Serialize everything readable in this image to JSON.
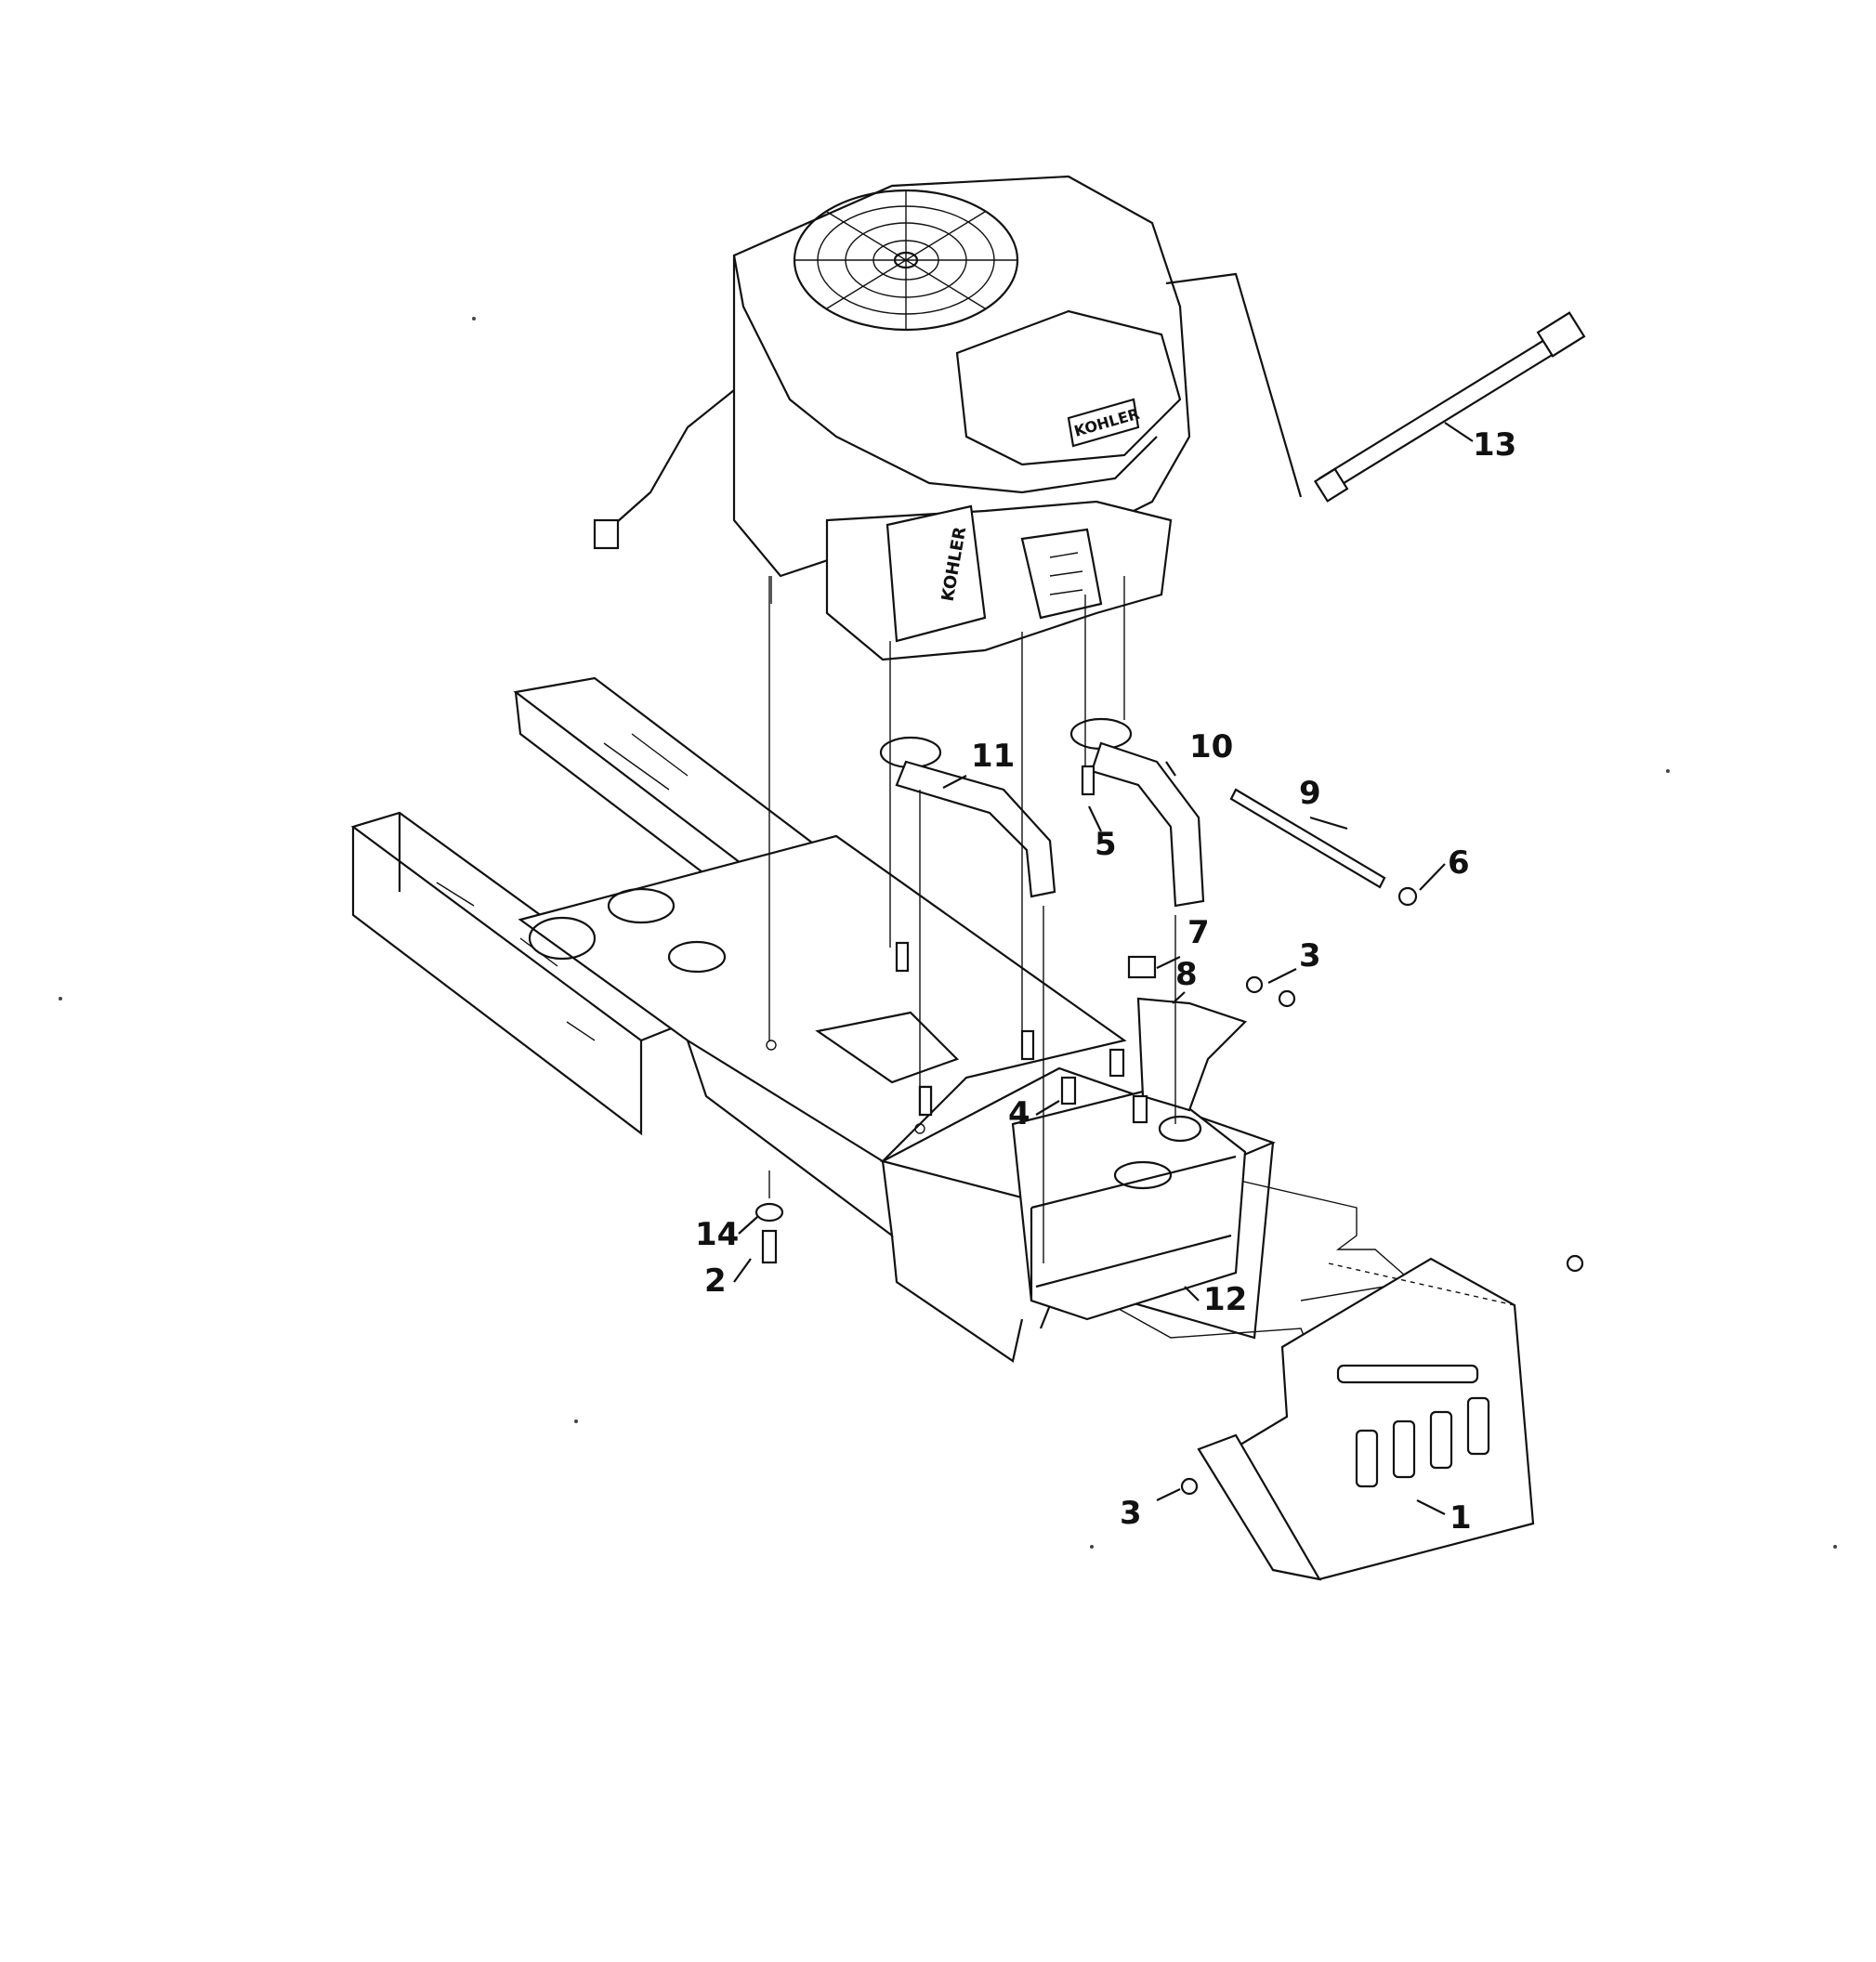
{
  "brand": {
    "engine_logo": "KOHLER",
    "head_logo": "KOHLER"
  },
  "callouts": [
    {
      "id": "c1",
      "label": "1"
    },
    {
      "id": "c2",
      "label": "2"
    },
    {
      "id": "c3a",
      "label": "3"
    },
    {
      "id": "c3b",
      "label": "3"
    },
    {
      "id": "c4",
      "label": "4"
    },
    {
      "id": "c5",
      "label": "5"
    },
    {
      "id": "c6",
      "label": "6"
    },
    {
      "id": "c7",
      "label": "7"
    },
    {
      "id": "c8",
      "label": "8"
    },
    {
      "id": "c9",
      "label": "9"
    },
    {
      "id": "c10",
      "label": "10"
    },
    {
      "id": "c11",
      "label": "11"
    },
    {
      "id": "c12",
      "label": "12"
    },
    {
      "id": "c13",
      "label": "13"
    },
    {
      "id": "c14",
      "label": "14"
    }
  ]
}
